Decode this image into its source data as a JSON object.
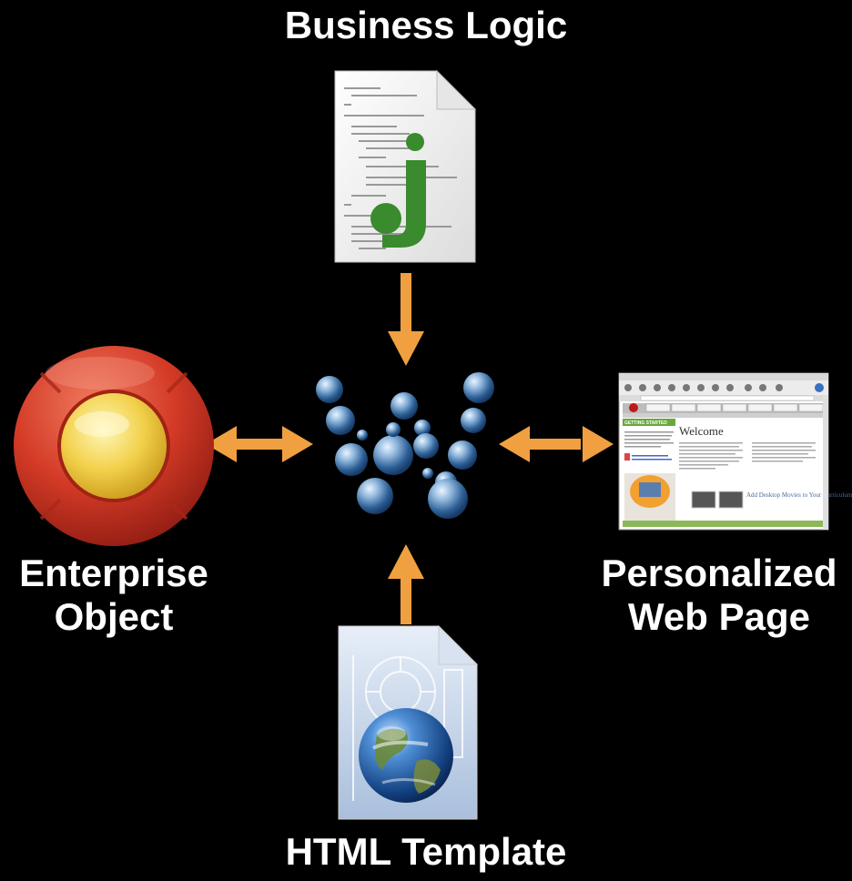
{
  "labels": {
    "business_logic": "Business Logic",
    "enterprise_object": "Enterprise\nObject",
    "personalized_web_page": "Personalized\nWeb Page",
    "html_template": "HTML Template"
  },
  "colors": {
    "background": "#000000",
    "arrow": "#F0A040",
    "label": "#FFFFFF",
    "eo_red": "#D43A2A",
    "eo_yellow": "#F2D04A",
    "java_green": "#3A8A2E"
  },
  "icons": {
    "business_logic": "java-source-document-icon",
    "enterprise_object": "enterprise-object-icon",
    "center": "webobjects-logo-icon",
    "web_page": "web-page-screenshot-icon",
    "html_template": "html-template-document-icon"
  },
  "web_page": {
    "welcome": "Welcome",
    "banner": "GETTING STARTED",
    "promo": "Add Desktop Movies to Your Curriculum"
  }
}
